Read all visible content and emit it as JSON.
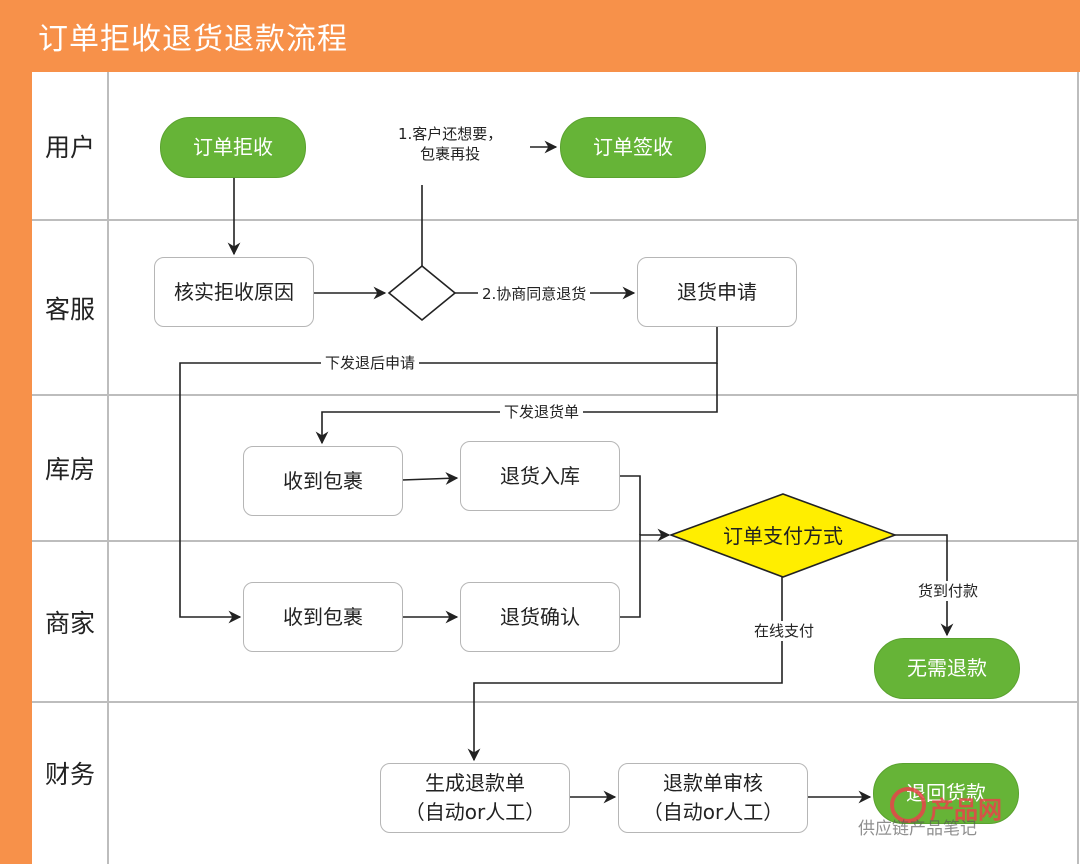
{
  "title": "订单拒收退货退款流程",
  "lanes": [
    "用户",
    "客服",
    "库房",
    "商家",
    "财务"
  ],
  "nodes": {
    "order_reject": "订单拒收",
    "order_signed": "订单签收",
    "verify_reason": "核实拒收原因",
    "return_apply": "退货申请",
    "receive_pkg_wh": "收到包裹",
    "return_inbound": "退货入库",
    "receive_pkg_mer": "收到包裹",
    "return_confirm": "退货确认",
    "payment_method": "订单支付方式",
    "no_refund": "无需退款",
    "gen_refund": "生成退款单\n（自动or人工）",
    "refund_review": "退款单审核\n（自动or人工）",
    "refund_return": "退回货款"
  },
  "edge_labels": {
    "resend": "1.客户还想要，\n包裹再投",
    "agree_return": "2.协商同意退货",
    "issue_after_sale": "下发退后申请",
    "issue_return_order": "下发退货单",
    "cod": "货到付款",
    "online": "在线支付"
  },
  "watermark": {
    "brand": "产品网",
    "text": "供应链产品笔记"
  },
  "colors": {
    "header": "#f7914a",
    "pill_green": "#66b437",
    "decision_yellow": "#ffee00",
    "grid": "#bdbdbd"
  }
}
